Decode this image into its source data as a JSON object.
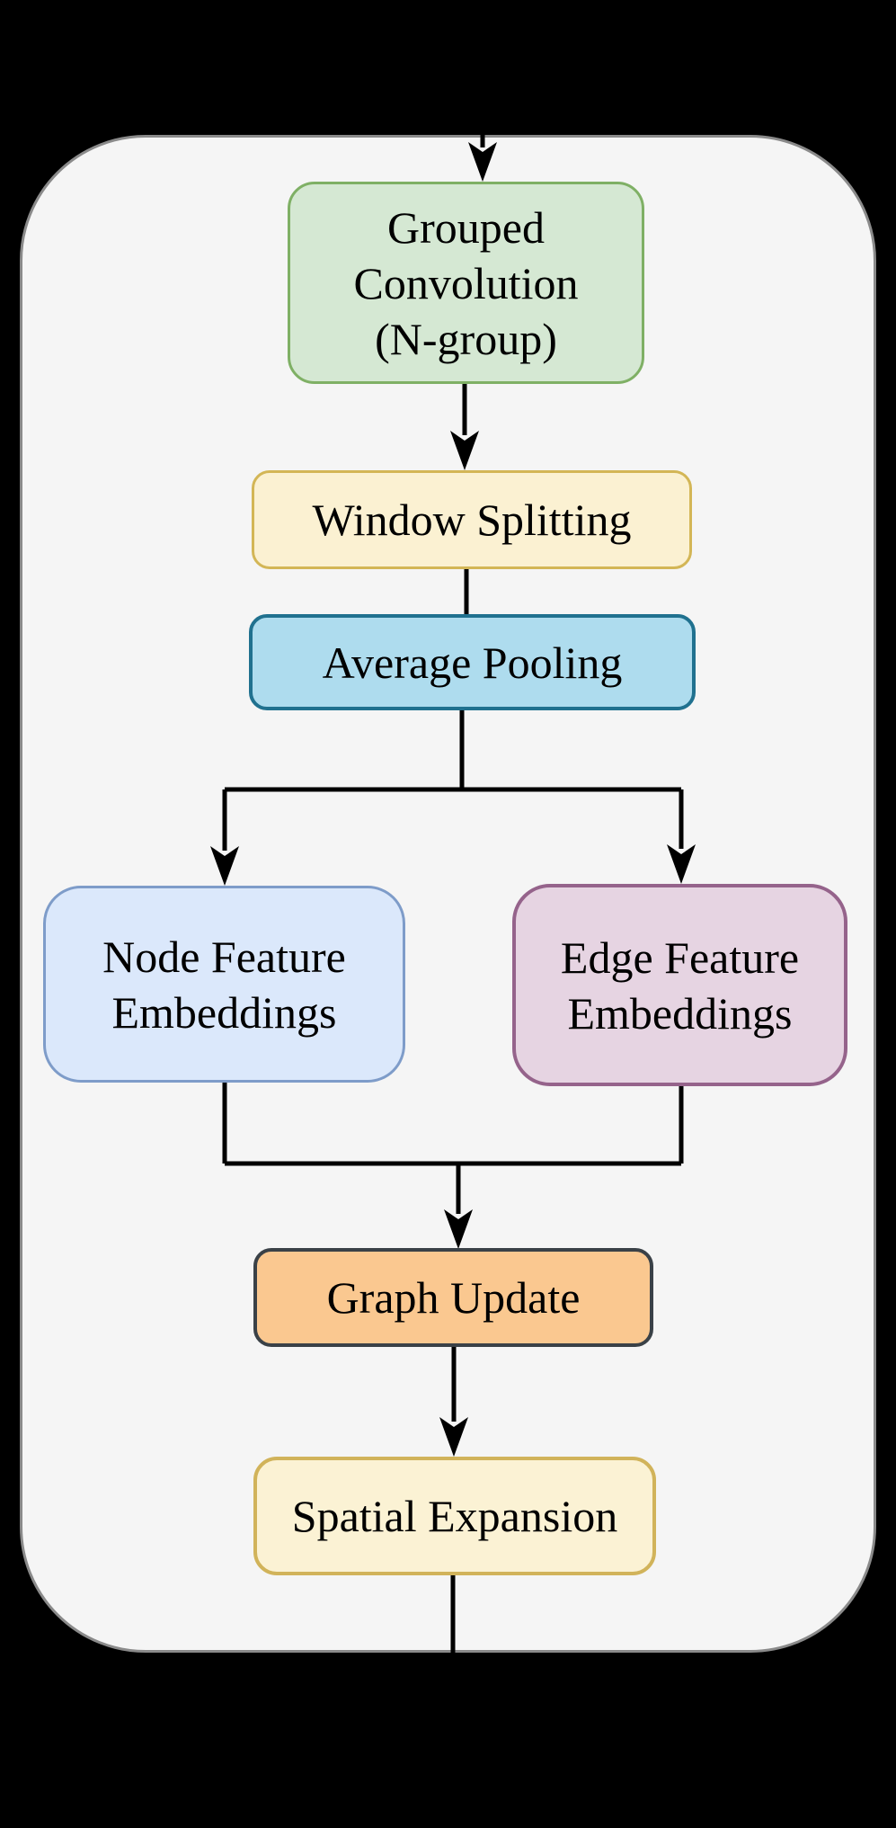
{
  "canvas": {
    "background": "#000000",
    "container_fill": "#F5F5F5",
    "container_border": "#8A8A8A",
    "line_color": "#000000",
    "text_color": "#000000"
  },
  "nodes": [
    {
      "id": "grouped-convolution",
      "lines": [
        "Grouped",
        "Convolution",
        "(N-group)"
      ],
      "fill": "#D5E8D3",
      "border": "#7FB065"
    },
    {
      "id": "window-splitting",
      "lines": [
        "Window Splitting"
      ],
      "fill": "#FBF1D2",
      "border": "#D3B656"
    },
    {
      "id": "average-pooling",
      "lines": [
        "Average Pooling"
      ],
      "fill": "#AEDCEE",
      "border": "#20718F"
    },
    {
      "id": "node-feature-embeddings",
      "lines": [
        "Node Feature",
        "Embeddings"
      ],
      "fill": "#DBE8FB",
      "border": "#7E9CC9"
    },
    {
      "id": "edge-feature-embeddings",
      "lines": [
        "Edge Feature",
        "Embeddings"
      ],
      "fill": "#E6D4E2",
      "border": "#95638B"
    },
    {
      "id": "graph-update",
      "lines": [
        "Graph Update"
      ],
      "fill": "#FAC890",
      "border": "#3A4147"
    },
    {
      "id": "spatial-expansion",
      "lines": [
        "Spatial Expansion"
      ],
      "fill": "#FBF2D4",
      "border": "#D1B35A"
    }
  ],
  "edges": [
    {
      "from": "input",
      "to": "grouped-convolution",
      "arrow": true
    },
    {
      "from": "grouped-convolution",
      "to": "window-splitting",
      "arrow": true
    },
    {
      "from": "window-splitting",
      "to": "average-pooling",
      "arrow": false
    },
    {
      "from": "average-pooling",
      "to": "node-feature-embeddings",
      "arrow": true
    },
    {
      "from": "average-pooling",
      "to": "edge-feature-embeddings",
      "arrow": true
    },
    {
      "from": "node-feature-embeddings",
      "to": "graph-update",
      "arrow": true
    },
    {
      "from": "edge-feature-embeddings",
      "to": "graph-update",
      "arrow": true
    },
    {
      "from": "graph-update",
      "to": "spatial-expansion",
      "arrow": true
    },
    {
      "from": "spatial-expansion",
      "to": "output",
      "arrow": false
    }
  ]
}
